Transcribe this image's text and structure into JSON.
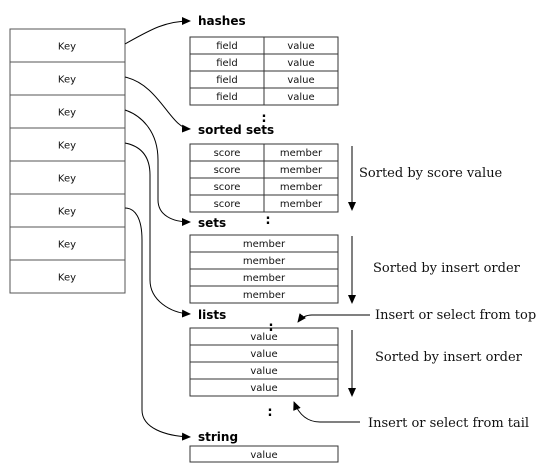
{
  "keys": [
    "Key",
    "Key",
    "Key",
    "Key",
    "Key",
    "Key",
    "Key",
    "Key"
  ],
  "hashes": {
    "title": "hashes",
    "rows": [
      [
        "field",
        "value"
      ],
      [
        "field",
        "value"
      ],
      [
        "field",
        "value"
      ],
      [
        "field",
        "value"
      ]
    ]
  },
  "sorted_sets": {
    "title": "sorted  sets",
    "rows": [
      [
        "score",
        "member"
      ],
      [
        "score",
        "member"
      ],
      [
        "score",
        "member"
      ],
      [
        "score",
        "member"
      ]
    ],
    "annotation": "Sorted by score value"
  },
  "sets": {
    "title": "sets",
    "rows": [
      "member",
      "member",
      "member",
      "member"
    ],
    "annotation": "Sorted by insert order"
  },
  "lists": {
    "title": "lists",
    "rows": [
      "value",
      "value",
      "value",
      "value"
    ],
    "annotation_top": "Insert or select from top",
    "annotation_order": "Sorted by insert order",
    "annotation_tail": "Insert or select from tail"
  },
  "string": {
    "title": "string",
    "value": "value"
  },
  "ellipsis": ":"
}
